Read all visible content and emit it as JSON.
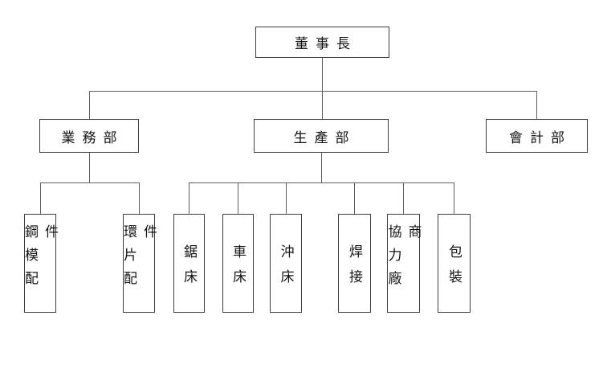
{
  "diagram": {
    "type": "org-chart",
    "root": {
      "label": "董事長"
    },
    "departments": [
      {
        "label": "業務部",
        "children": [
          "鋼模配件",
          "環片配件"
        ]
      },
      {
        "label": "生產部",
        "children": [
          "鋸床",
          "車床",
          "沖床",
          "焊接",
          "協力廠商",
          "包裝"
        ]
      },
      {
        "label": "會計部",
        "children": []
      }
    ],
    "colors": {
      "background": "#ffffff",
      "box_border": "#3f3f3f",
      "connector": "#5f5f5f",
      "text": "#141414"
    }
  }
}
